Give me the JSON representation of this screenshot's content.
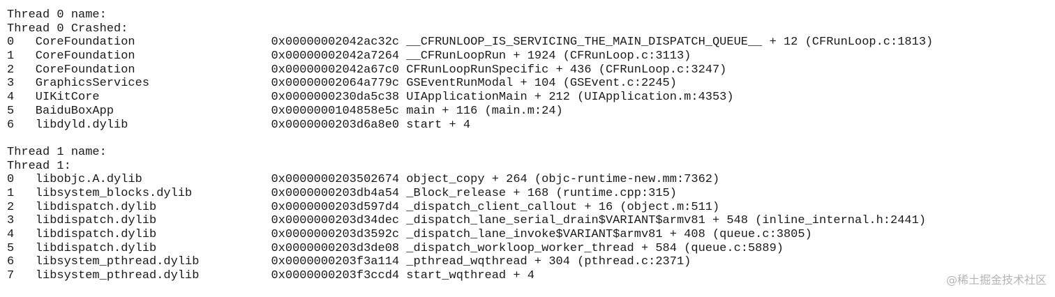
{
  "threads": [
    {
      "name_label": "Thread 0 name:",
      "status_label": "Thread 0 Crashed:",
      "frames": [
        {
          "index": "0",
          "library": "CoreFoundation",
          "address": "0x00000002042ac32c",
          "symbol": "__CFRUNLOOP_IS_SERVICING_THE_MAIN_DISPATCH_QUEUE__ + 12 (CFRunLoop.c:1813)"
        },
        {
          "index": "1",
          "library": "CoreFoundation",
          "address": "0x00000002042a7264",
          "symbol": "__CFRunLoopRun + 1924 (CFRunLoop.c:3113)"
        },
        {
          "index": "2",
          "library": "CoreFoundation",
          "address": "0x00000002042a67c0",
          "symbol": "CFRunLoopRunSpecific + 436 (CFRunLoop.c:3247)"
        },
        {
          "index": "3",
          "library": "GraphicsServices",
          "address": "0x00000002064a779c",
          "symbol": "GSEventRunModal + 104 (GSEvent.c:2245)"
        },
        {
          "index": "4",
          "library": "UIKitCore",
          "address": "0x0000000230da5c38",
          "symbol": "UIApplicationMain + 212 (UIApplication.m:4353)"
        },
        {
          "index": "5",
          "library": "BaiduBoxApp",
          "address": "0x0000000104858e5c",
          "symbol": "main + 116 (main.m:24)"
        },
        {
          "index": "6",
          "library": "libdyld.dylib",
          "address": "0x0000000203d6a8e0",
          "symbol": "start + 4"
        }
      ]
    },
    {
      "name_label": "Thread 1 name:",
      "status_label": "Thread 1:",
      "frames": [
        {
          "index": "0",
          "library": "libobjc.A.dylib",
          "address": "0x0000000203502674",
          "symbol": "object_copy + 264 (objc-runtime-new.mm:7362)"
        },
        {
          "index": "1",
          "library": "libsystem_blocks.dylib",
          "address": "0x0000000203db4a54",
          "symbol": "_Block_release + 168 (runtime.cpp:315)"
        },
        {
          "index": "2",
          "library": "libdispatch.dylib",
          "address": "0x0000000203d597d4",
          "symbol": "_dispatch_client_callout + 16 (object.m:511)"
        },
        {
          "index": "3",
          "library": "libdispatch.dylib",
          "address": "0x0000000203d34dec",
          "symbol": "_dispatch_lane_serial_drain$VARIANT$armv81 + 548 (inline_internal.h:2441)"
        },
        {
          "index": "4",
          "library": "libdispatch.dylib",
          "address": "0x0000000203d3592c",
          "symbol": "_dispatch_lane_invoke$VARIANT$armv81 + 408 (queue.c:3805)"
        },
        {
          "index": "5",
          "library": "libdispatch.dylib",
          "address": "0x0000000203d3de08",
          "symbol": "_dispatch_workloop_worker_thread + 584 (queue.c:5889)"
        },
        {
          "index": "6",
          "library": "libsystem_pthread.dylib",
          "address": "0x0000000203f3a114",
          "symbol": "_pthread_wqthread + 304 (pthread.c:2371)"
        },
        {
          "index": "7",
          "library": "libsystem_pthread.dylib",
          "address": "0x0000000203f3ccd4",
          "symbol": "start_wqthread + 4"
        }
      ]
    }
  ],
  "watermark": "@稀土掘金技术社区"
}
